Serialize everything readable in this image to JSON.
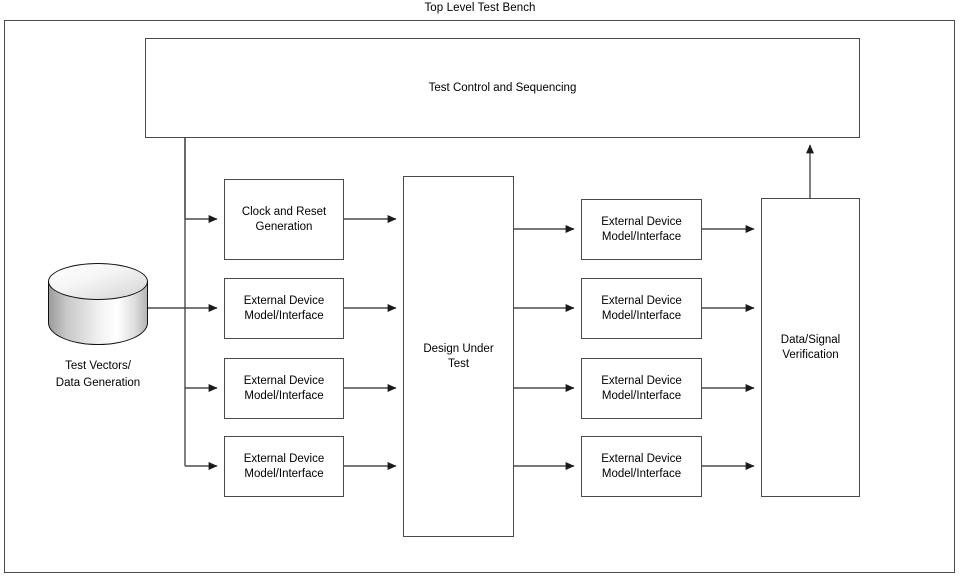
{
  "diagram": {
    "title": "Top Level Test Bench",
    "type": "block-diagram",
    "frame": {
      "label": "top-level-test-bench-frame"
    },
    "line_color": "#4a4a4a",
    "box_fill": "#ffffff",
    "text_color": "#000000",
    "nodes": {
      "test_control": {
        "label": "Test Control and Sequencing"
      },
      "data_store": {
        "label": "Test Vectors/\nData Generation",
        "shape": "cylinder"
      },
      "clock_reset": {
        "label": "Clock and Reset\nGeneration"
      },
      "stimulus_2": {
        "label": "External Device\nModel/Interface"
      },
      "stimulus_3": {
        "label": "External Device\nModel/Interface"
      },
      "stimulus_4": {
        "label": "External Device\nModel/Interface"
      },
      "dut": {
        "label": "Design Under\nTest"
      },
      "response_1": {
        "label": "External Device\nModel/Interface"
      },
      "response_2": {
        "label": "External Device\nModel/Interface"
      },
      "response_3": {
        "label": "External Device\nModel/Interface"
      },
      "response_4": {
        "label": "External Device\nModel/Interface"
      },
      "verification": {
        "label": "Data/Signal\nVerification"
      }
    },
    "connections": [
      {
        "from": "test_control",
        "to": "clock_reset"
      },
      {
        "from": "test_control",
        "to": "stimulus_3"
      },
      {
        "from": "test_control",
        "to": "stimulus_4"
      },
      {
        "from": "data_store",
        "to": "stimulus_2"
      },
      {
        "from": "clock_reset",
        "to": "dut"
      },
      {
        "from": "stimulus_2",
        "to": "dut"
      },
      {
        "from": "stimulus_3",
        "to": "dut"
      },
      {
        "from": "stimulus_4",
        "to": "dut"
      },
      {
        "from": "dut",
        "to": "response_1"
      },
      {
        "from": "dut",
        "to": "response_2"
      },
      {
        "from": "dut",
        "to": "response_3"
      },
      {
        "from": "dut",
        "to": "response_4"
      },
      {
        "from": "response_1",
        "to": "verification"
      },
      {
        "from": "response_2",
        "to": "verification"
      },
      {
        "from": "response_3",
        "to": "verification"
      },
      {
        "from": "response_4",
        "to": "verification"
      },
      {
        "from": "verification",
        "to": "test_control"
      }
    ]
  }
}
